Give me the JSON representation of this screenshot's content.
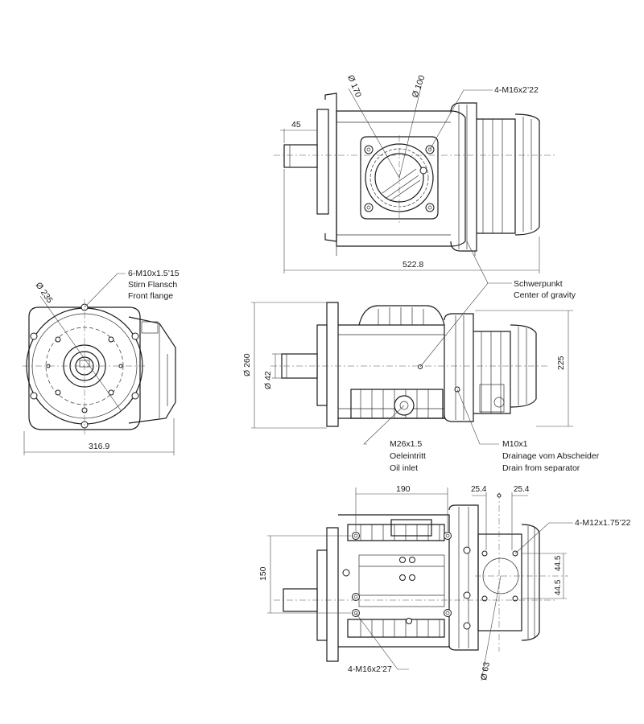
{
  "dimensions": {
    "d170": "Ø 170",
    "d100": "Ø 100",
    "d45": "45",
    "d522": "522.8",
    "d235": "Ø 235",
    "d316": "316.9",
    "d260": "Ø 260",
    "d42": "Ø 42",
    "d225": "225",
    "d190": "190",
    "d25a": "25.4",
    "d25b": "25.4",
    "d150": "150",
    "d44a": "44.5",
    "d44b": "44.5",
    "d63": "Ø 63"
  },
  "callouts": {
    "top_bolts": "4-M16x2’22",
    "front_flange": [
      "6-M10x1.5’15",
      "Stirn Flansch",
      "Front flange"
    ],
    "gravity": [
      "Schwerpunkt",
      "Center of gravity"
    ],
    "oil_inlet": [
      "M26x1.5",
      "Oeleintritt",
      "Oil inlet"
    ],
    "drain": [
      "M10x1",
      "Drainage vom Abscheider",
      "Drain from separator"
    ],
    "bottom_right_bolts": "4-M12x1.75’22",
    "bottom_left_bolts": "4-M16x2’27"
  }
}
